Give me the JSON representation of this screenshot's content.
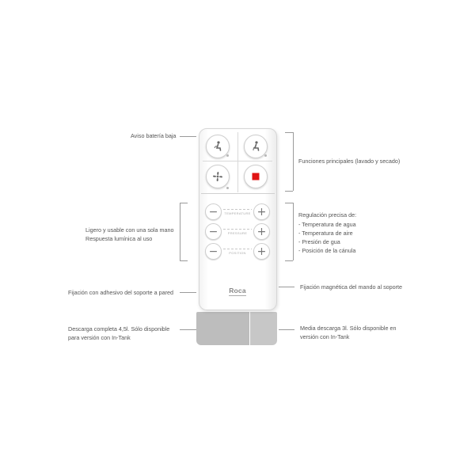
{
  "labels": {
    "low_battery": "Aviso batería baja",
    "light_one_hand": "Ligero y usable con una sola mano",
    "light_response": "Respuesta lumínica al uso",
    "wall_fix": "Fijación con adhesivo del soporte a pared",
    "full_flush": "Descarga completa 4,5l. Sólo disponible",
    "full_flush_2": "para versión con In-Tank",
    "main_functions": "Funciones principales (lavado y secado)",
    "precise_title": "Regulación precisa de:",
    "precise_items": [
      "- Temperatura de agua",
      "- Temperatura de aire",
      "- Presión de gua",
      "- Posición de la cánula"
    ],
    "magnetic_fix": "Fijación magnética del mando al soporte",
    "half_flush": "Media descarga 3l. Sólo disponible en",
    "half_flush_2": "versión con In-Tank"
  },
  "remote": {
    "rows": [
      "TEMPERATURE",
      "PRESSURE",
      "POSITION"
    ],
    "brand": "Roca",
    "stop_color": "#e01414"
  }
}
